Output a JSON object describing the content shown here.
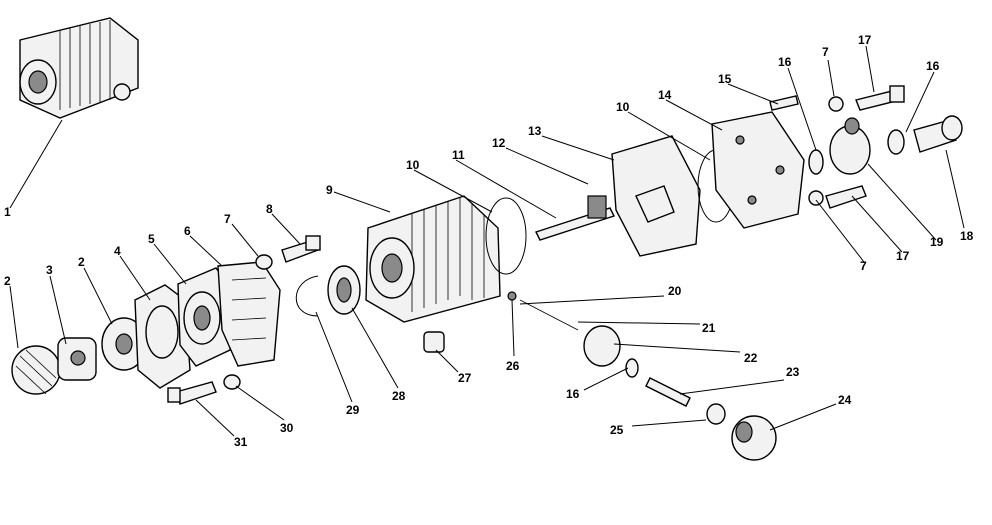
{
  "diagram": {
    "callouts": [
      "1",
      "2",
      "3",
      "2",
      "4",
      "5",
      "6",
      "7",
      "8",
      "9",
      "10",
      "11",
      "12",
      "13",
      "10",
      "14",
      "15",
      "16",
      "7",
      "17",
      "16",
      "17",
      "7",
      "19",
      "18",
      "20",
      "21",
      "22",
      "16",
      "23",
      "24",
      "25",
      "26",
      "27",
      "28",
      "29",
      "30",
      "31"
    ]
  }
}
